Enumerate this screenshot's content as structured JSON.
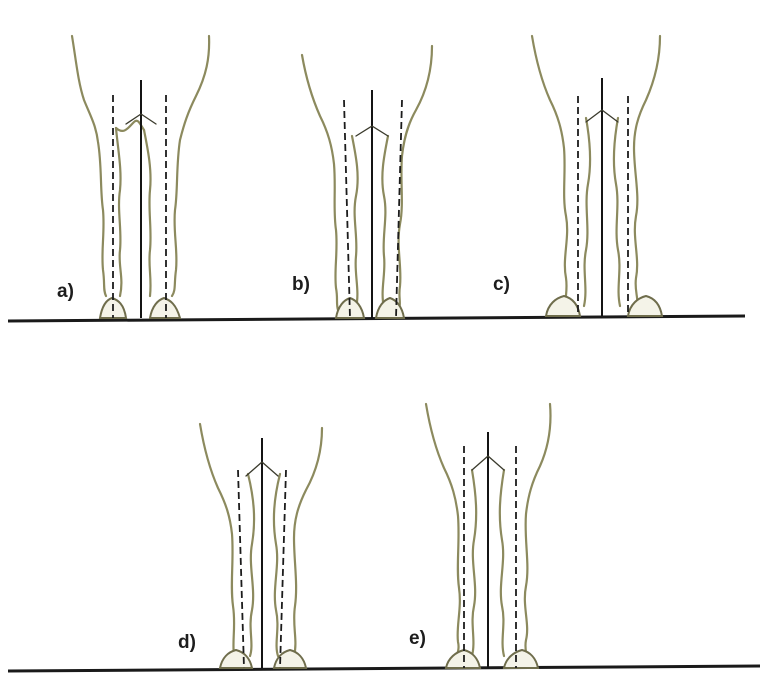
{
  "figure": {
    "panels": [
      {
        "id": "a",
        "label": "a)"
      },
      {
        "id": "b",
        "label": "b)"
      },
      {
        "id": "c",
        "label": "c)"
      },
      {
        "id": "d",
        "label": "d)"
      },
      {
        "id": "e",
        "label": "e)"
      }
    ]
  },
  "colors": {
    "limb_outline": "#8c8a5e",
    "limb_outline_dark": "#3a3a2c",
    "reference_lines": "#141414",
    "ground_line": "#1a1a1a",
    "background": "#ffffff"
  }
}
